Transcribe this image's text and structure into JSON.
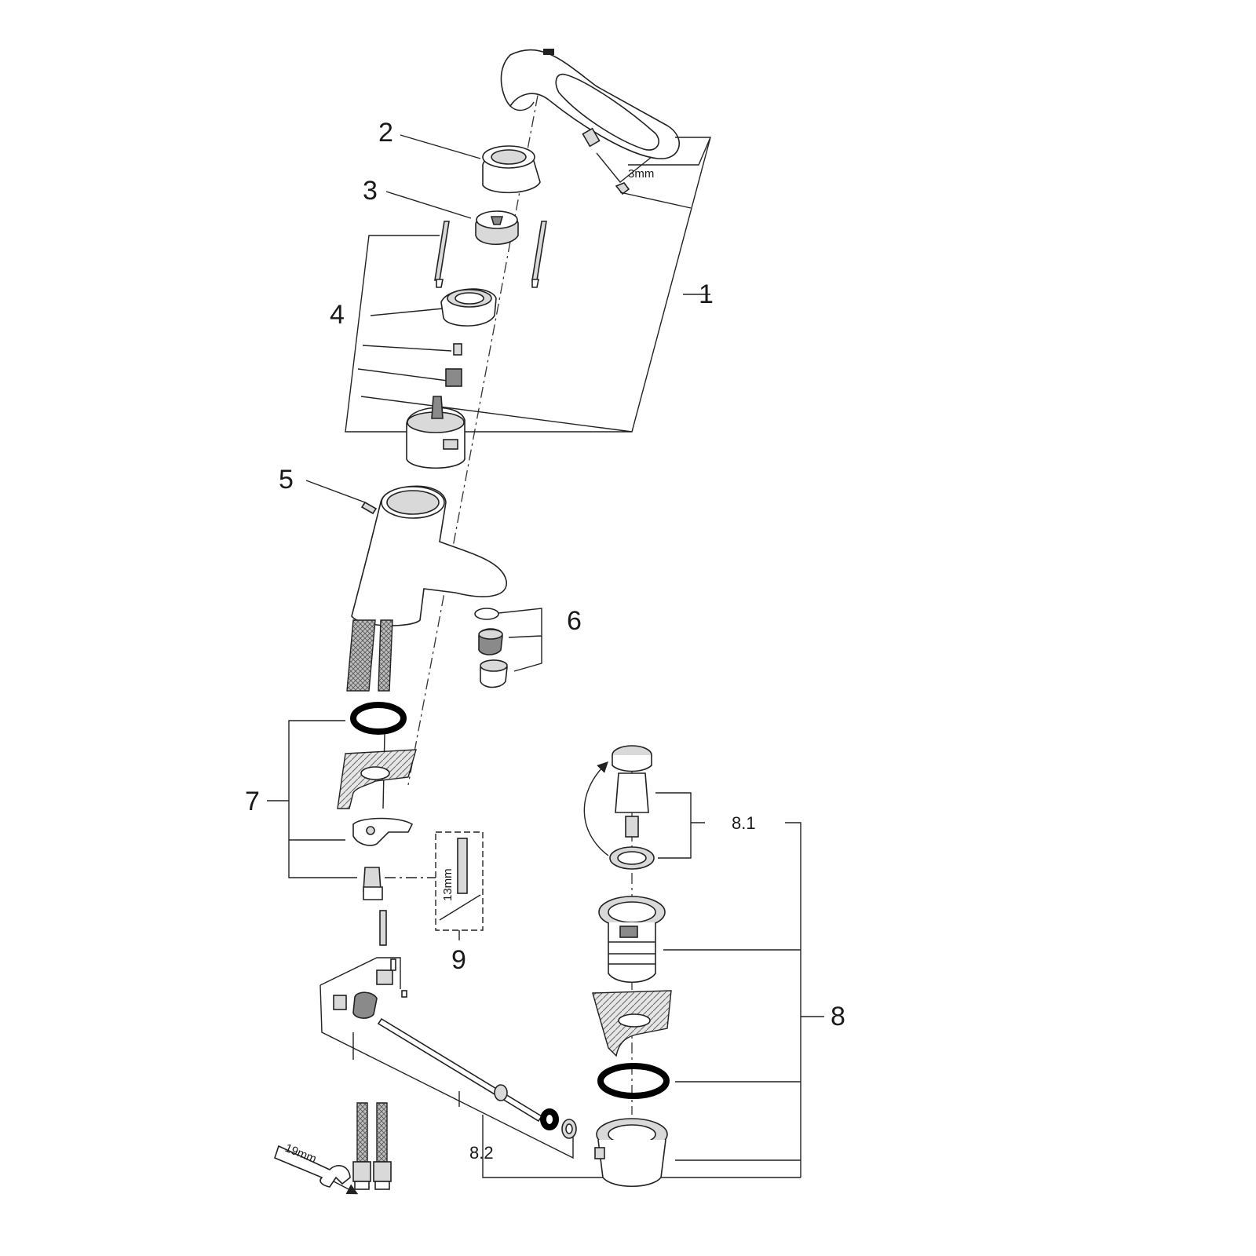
{
  "callouts": {
    "c1": "1",
    "c2": "2",
    "c3": "3",
    "c4": "4",
    "c5": "5",
    "c6": "6",
    "c7": "7",
    "c8": "8",
    "c8_1": "8.1",
    "c8_2": "8.2",
    "c9": "9"
  },
  "dimensions": {
    "hex_key": "3mm",
    "socket": "13mm",
    "wrench": "19mm"
  }
}
